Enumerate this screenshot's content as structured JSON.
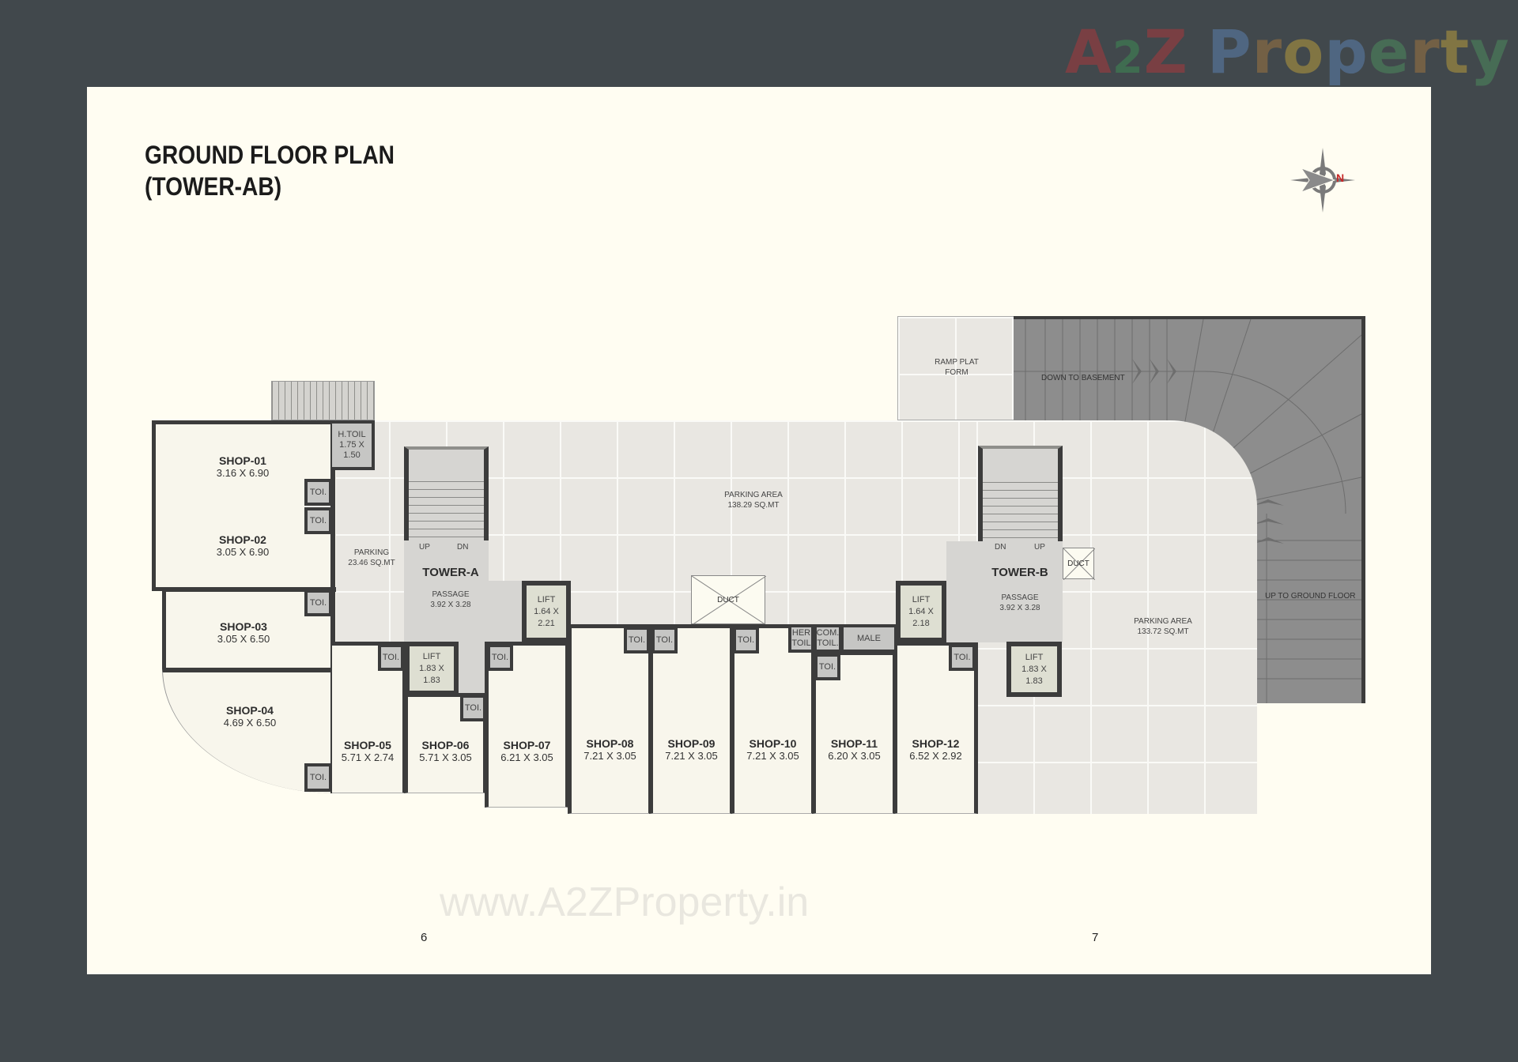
{
  "header": {
    "brand_watermark": [
      "A",
      "2",
      "Z",
      " ",
      "P",
      "r",
      "o",
      "p",
      "e",
      "r",
      "t",
      "y"
    ],
    "brand_colors": [
      "#a8383c",
      "#3f8a55",
      "#a8383c",
      "#000000",
      "#5b7fae",
      "#9c7440",
      "#b69a3c",
      "#5b7fae",
      "#4d8b5d",
      "#9c7440",
      "#b69a3c",
      "#4d8b5d"
    ],
    "compass_label": "N"
  },
  "plan": {
    "title_line1": "GROUND FLOOR PLAN",
    "title_line2": "(TOWER-AB)"
  },
  "shops": [
    {
      "name": "SHOP-01",
      "size": "3.16 X 6.90"
    },
    {
      "name": "SHOP-02",
      "size": "3.05 X 6.90"
    },
    {
      "name": "SHOP-03",
      "size": "3.05 X 6.50"
    },
    {
      "name": "SHOP-04",
      "size": "4.69 X 6.50"
    },
    {
      "name": "SHOP-05",
      "size": "5.71 X 2.74"
    },
    {
      "name": "SHOP-06",
      "size": "5.71 X 3.05"
    },
    {
      "name": "SHOP-07",
      "size": "6.21 X 3.05"
    },
    {
      "name": "SHOP-08",
      "size": "7.21 X 3.05"
    },
    {
      "name": "SHOP-09",
      "size": "7.21 X 3.05"
    },
    {
      "name": "SHOP-10",
      "size": "7.21 X 3.05"
    },
    {
      "name": "SHOP-11",
      "size": "6.20 X 3.05"
    },
    {
      "name": "SHOP-12",
      "size": "6.52 X 2.92"
    }
  ],
  "labels": {
    "toi": "TOI.",
    "h_toil": "H.TOIL",
    "h_toil_size1": "1.75 X",
    "h_toil_size2": "1.50",
    "parking_small": "PARKING",
    "parking_small_area": "23.46 SQ.MT",
    "parking_main": "PARKING AREA",
    "parking_main_area": "138.29 SQ.MT",
    "parking_right": "PARKING AREA",
    "parking_right_area": "133.72 SQ.MT",
    "tower_a": "TOWER-A",
    "tower_b": "TOWER-B",
    "passage": "PASSAGE",
    "passage_size": "3.92 X 3.28",
    "up": "UP",
    "dn": "DN",
    "lift": "LIFT",
    "lift_a1_size1": "1.64 X",
    "lift_a1_size2": "2.21",
    "lift_a2_size1": "1.83 X",
    "lift_a2_size2": "1.83",
    "lift_b1_size1": "1.64 X",
    "lift_b1_size2": "2.18",
    "lift_b2_size1": "1.83 X",
    "lift_b2_size2": "1.83",
    "duct": "DUCT",
    "her_toil1": "HER",
    "her_toil2": "TOIL",
    "com_toil1": "COM.",
    "com_toil2": "TOIL.",
    "male": "MALE",
    "ramp_plat1": "RAMP PLAT",
    "ramp_plat2": "FORM",
    "down_basement": "DOWN TO BASEMENT",
    "up_ground": "UP TO GROUND FLOOR"
  },
  "footer": {
    "website_watermark": "www.A2ZProperty.in",
    "page_left": "6",
    "page_right": "7"
  }
}
